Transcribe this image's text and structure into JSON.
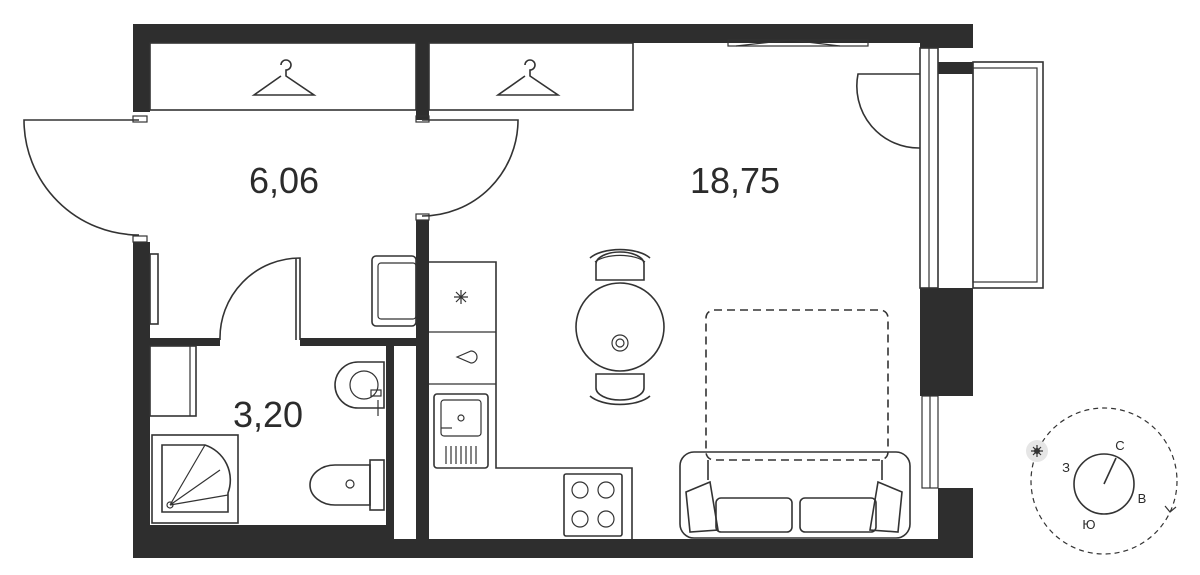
{
  "rooms": [
    {
      "id": "hallway",
      "area": "6,06"
    },
    {
      "id": "living",
      "area": "18,75"
    },
    {
      "id": "bathroom",
      "area": "3,20"
    }
  ],
  "compass": {
    "north": "С",
    "east": "В",
    "south": "Ю",
    "west": "З",
    "sun_icon": "sun-icon"
  },
  "colors": {
    "wall": "#2e2e2e",
    "line": "#333333",
    "background": "#ffffff"
  }
}
